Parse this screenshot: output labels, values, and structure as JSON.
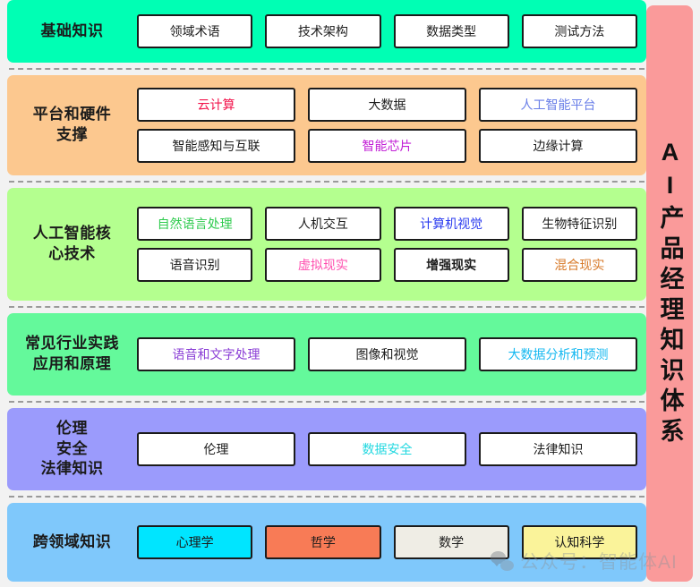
{
  "title": "AI产品经理知识体系",
  "sidebar": {
    "vertical_title": "AI产品经理知识体系",
    "color": "#FA9A9A"
  },
  "watermark": {
    "text": "公众号：智能体AI",
    "icon": "wechat-icon"
  },
  "rows": [
    {
      "id": "foundation",
      "label": "基础知识",
      "bg": "#00FFB4",
      "lines": [
        [
          {
            "text": "领域术语",
            "color": "#1b1b1b",
            "bold": false,
            "fill": "#ffffff"
          },
          {
            "text": "技术架构",
            "color": "#1b1b1b",
            "bold": false,
            "fill": "#ffffff"
          },
          {
            "text": "数据类型",
            "color": "#1b1b1b",
            "bold": false,
            "fill": "#ffffff"
          },
          {
            "text": "测试方法",
            "color": "#1b1b1b",
            "bold": false,
            "fill": "#ffffff"
          }
        ]
      ]
    },
    {
      "id": "platform-hardware",
      "label": "平台和硬件\n支撑",
      "bg": "#FCC88F",
      "lines": [
        [
          {
            "text": "云计算",
            "color": "#F2124A",
            "bold": false,
            "fill": "#ffffff"
          },
          {
            "text": "大数据",
            "color": "#1b1b1b",
            "bold": false,
            "fill": "#ffffff"
          },
          {
            "text": "人工智能平台",
            "color": "#6A7FE8",
            "bold": false,
            "fill": "#ffffff"
          }
        ],
        [
          {
            "text": "智能感知与互联",
            "color": "#1b1b1b",
            "bold": false,
            "fill": "#ffffff"
          },
          {
            "text": "智能芯片",
            "color": "#C21FD6",
            "bold": false,
            "fill": "#ffffff"
          },
          {
            "text": "边缘计算",
            "color": "#1b1b1b",
            "bold": false,
            "fill": "#ffffff"
          }
        ]
      ]
    },
    {
      "id": "ai-core-tech",
      "label": "人工智能核\n心技术",
      "bg": "#B4FF8F",
      "lines": [
        [
          {
            "text": "自然语言处理",
            "color": "#2FCB4E",
            "bold": false,
            "fill": "#ffffff"
          },
          {
            "text": "人机交互",
            "color": "#1b1b1b",
            "bold": false,
            "fill": "#ffffff"
          },
          {
            "text": "计算机视觉",
            "color": "#2A3BEF",
            "bold": false,
            "fill": "#ffffff"
          },
          {
            "text": "生物特征识别",
            "color": "#1b1b1b",
            "bold": false,
            "fill": "#ffffff"
          }
        ],
        [
          {
            "text": "语音识别",
            "color": "#1b1b1b",
            "bold": false,
            "fill": "#ffffff"
          },
          {
            "text": "虚拟现实",
            "color": "#FF4FAF",
            "bold": false,
            "fill": "#ffffff"
          },
          {
            "text": "增强现实",
            "color": "#1b1b1b",
            "bold": true,
            "fill": "#ffffff"
          },
          {
            "text": "混合现实",
            "color": "#D77A2A",
            "bold": false,
            "fill": "#ffffff"
          }
        ]
      ]
    },
    {
      "id": "industry-practice",
      "label": "常见行业实践\n应用和原理",
      "bg": "#64F99B",
      "lines": [
        [
          {
            "text": "语音和文字处理",
            "color": "#8B3FD6",
            "bold": false,
            "fill": "#ffffff"
          },
          {
            "text": "图像和视觉",
            "color": "#1b1b1b",
            "bold": false,
            "fill": "#ffffff"
          },
          {
            "text": "大数据分析和预测",
            "color": "#15B8F0",
            "bold": false,
            "fill": "#ffffff"
          }
        ]
      ]
    },
    {
      "id": "ethics-security-law",
      "label": "伦理\n安全\n法律知识",
      "bg": "#9B9BFC",
      "lines": [
        [
          {
            "text": "伦理",
            "color": "#1b1b1b",
            "bold": false,
            "fill": "#ffffff"
          },
          {
            "text": "数据安全",
            "color": "#22D8E0",
            "bold": false,
            "fill": "#ffffff"
          },
          {
            "text": "法律知识",
            "color": "#1b1b1b",
            "bold": false,
            "fill": "#ffffff"
          }
        ]
      ]
    },
    {
      "id": "cross-domain",
      "label": "跨领域知识",
      "bg": "#7FC8FB",
      "lines": [
        [
          {
            "text": "心理学",
            "color": "#1b1b1b",
            "bold": false,
            "fill": "#00E5FF"
          },
          {
            "text": "哲学",
            "color": "#1b1b1b",
            "bold": false,
            "fill": "#F87B56"
          },
          {
            "text": "数学",
            "color": "#1b1b1b",
            "bold": false,
            "fill": "#EFEDE5"
          },
          {
            "text": "认知科学",
            "color": "#1b1b1b",
            "bold": false,
            "fill": "#FAF39A"
          }
        ]
      ]
    }
  ]
}
